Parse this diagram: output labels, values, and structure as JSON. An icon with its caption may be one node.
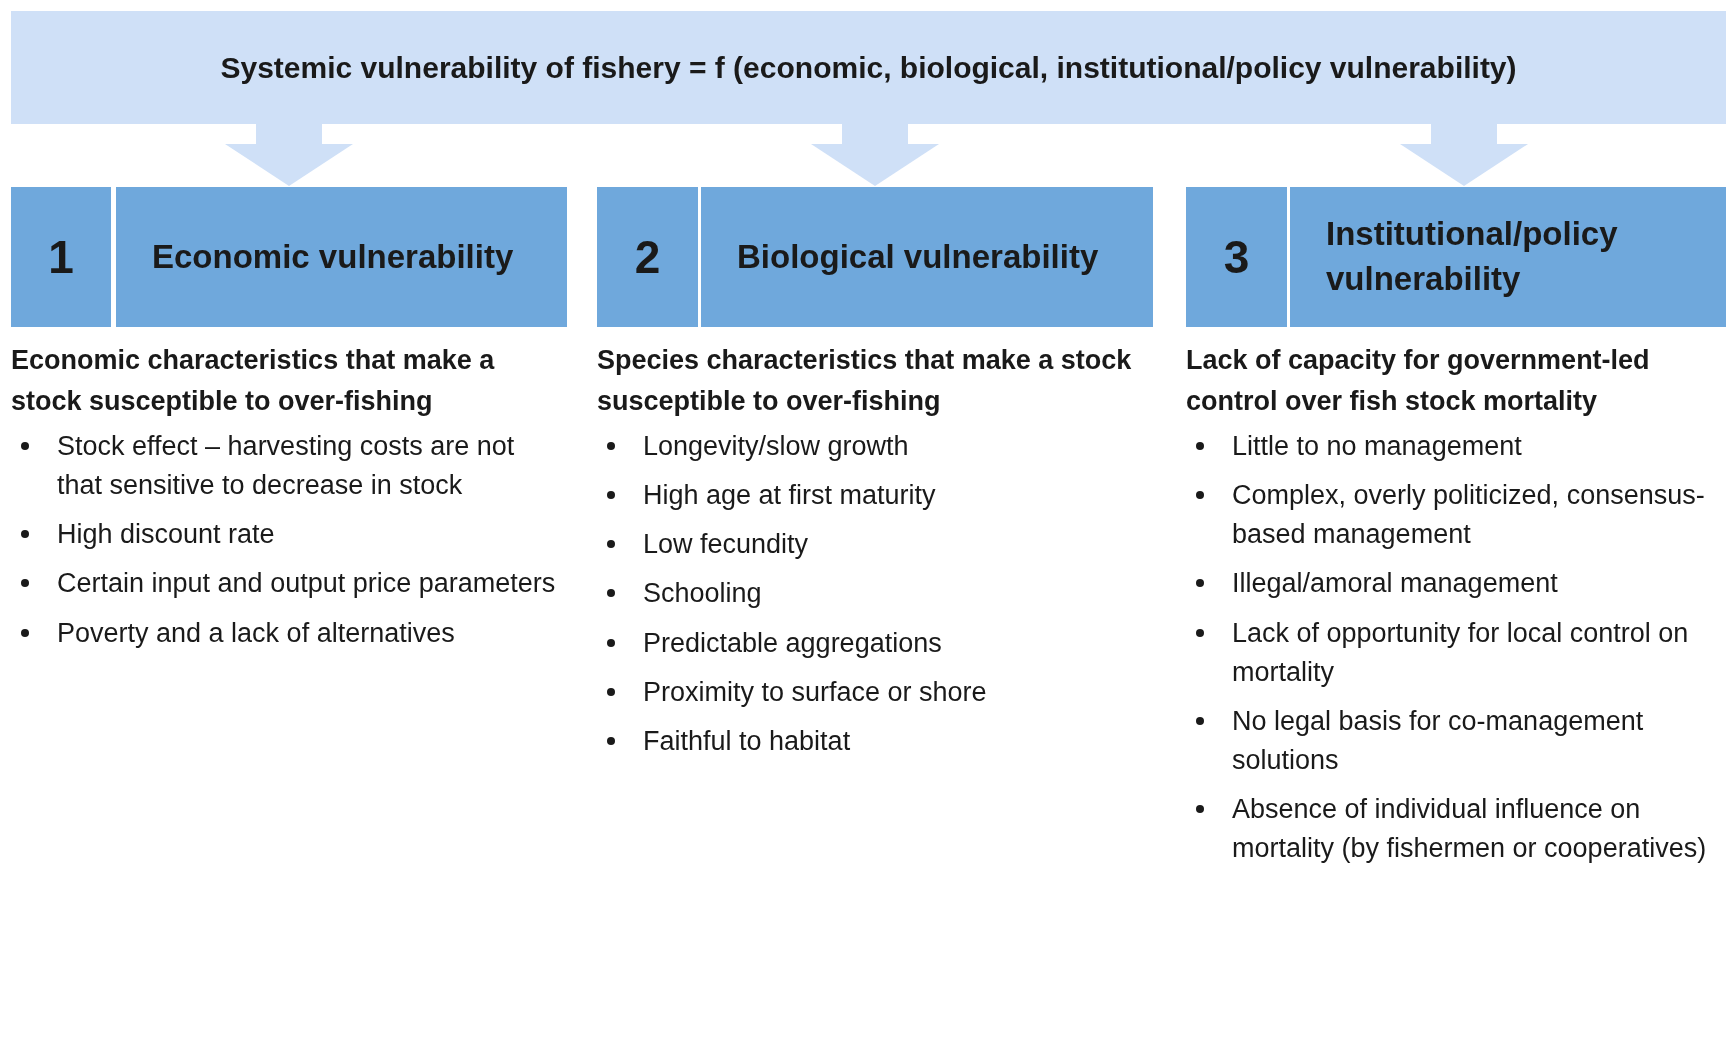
{
  "diagram": {
    "nodes": [
      {
        "text": [
          "Systemic vulnerability of fishery = f (economic, biological, institutional/policy vulnerability)"
        ]
      },
      {
        "text": [
          "1"
        ]
      },
      {
        "text": [
          "Economic vulnerability"
        ]
      },
      {
        "text": [
          "2"
        ]
      },
      {
        "text": [
          "Biological vulnerability"
        ]
      },
      {
        "text": [
          "3"
        ]
      },
      {
        "text": [
          "Institutional/policy vulnerability"
        ]
      }
    ],
    "edges": [
      {
        "from": 0,
        "to": 2,
        "arrow": "to"
      },
      {
        "from": 0,
        "to": 4,
        "arrow": "to"
      },
      {
        "from": 0,
        "to": 6,
        "arrow": "to"
      }
    ],
    "labels": [
      "Economic characteristics that make a stock susceptible to over-fishing",
      "Stock effect – harvesting costs are not that sensitive to decrease in stock",
      "High discount rate",
      "Certain input and output price parameters",
      "Poverty and a lack of alternatives",
      "Species characteristics that make a stock susceptible to over-fishing",
      "Longevity/slow growth",
      "High age at first maturity",
      "Low fecundity",
      "Schooling",
      "Predictable aggregations",
      "Proximity to surface or shore",
      "Faithful to habitat",
      "Lack of capacity for government-led control over fish stock mortality",
      "Little to no management",
      "Complex, overly politicized, consensus-based management",
      "Illegal/amoral management",
      "Lack of opportunity for local control on mortality",
      "No legal basis for co-management solutions",
      "Absence of individual influence on mortality (by fishermen or cooperatives)"
    ]
  }
}
